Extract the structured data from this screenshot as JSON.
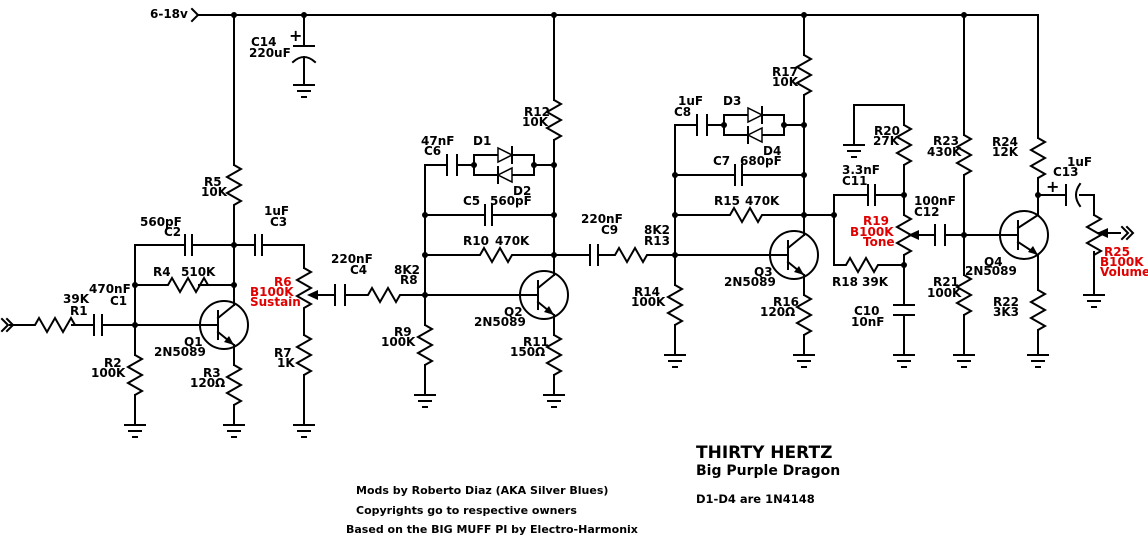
{
  "supply": {
    "label": "6-18v"
  },
  "input_icon": "input-jack-icon",
  "output_icon": "output-jack-icon",
  "components": {
    "R1": {
      "ref": "R1",
      "value": "39K"
    },
    "C1": {
      "ref": "C1",
      "value": "470nF"
    },
    "R2": {
      "ref": "R2",
      "value": "100K"
    },
    "C2": {
      "ref": "C2",
      "value": "560pF"
    },
    "R4": {
      "ref": "R4",
      "value": "510K"
    },
    "R5": {
      "ref": "R5",
      "value": "10K"
    },
    "C3": {
      "ref": "C3",
      "value": "1uF"
    },
    "Q1": {
      "ref": "Q1",
      "value": "2N5089"
    },
    "R3": {
      "ref": "R3",
      "value": "120Ω"
    },
    "R6": {
      "ref": "R6",
      "value": "B100K",
      "name": "Sustain"
    },
    "R7": {
      "ref": "R7",
      "value": "1K"
    },
    "C14": {
      "ref": "C14",
      "value": "220uF"
    },
    "C4": {
      "ref": "C4",
      "value": "220nF"
    },
    "R8": {
      "ref": "R8",
      "value": "8K2"
    },
    "R9": {
      "ref": "R9",
      "value": "100K"
    },
    "C6": {
      "ref": "C6",
      "value": "47nF"
    },
    "D1": {
      "ref": "D1"
    },
    "D2": {
      "ref": "D2"
    },
    "C5": {
      "ref": "C5",
      "value": "560pF"
    },
    "R10": {
      "ref": "R10",
      "value": "470K"
    },
    "R12": {
      "ref": "R12",
      "value": "10K"
    },
    "Q2": {
      "ref": "Q2",
      "value": "2N5089"
    },
    "R11": {
      "ref": "R11",
      "value": "150Ω"
    },
    "C9": {
      "ref": "C9",
      "value": "220nF"
    },
    "R13": {
      "ref": "R13",
      "value": "8K2"
    },
    "R14": {
      "ref": "R14",
      "value": "100K"
    },
    "C8": {
      "ref": "C8",
      "value": "1uF"
    },
    "D3": {
      "ref": "D3"
    },
    "D4": {
      "ref": "D4"
    },
    "C7": {
      "ref": "C7",
      "value": "680pF"
    },
    "R15": {
      "ref": "R15",
      "value": "470K"
    },
    "R17": {
      "ref": "R17",
      "value": "10K"
    },
    "Q3": {
      "ref": "Q3",
      "value": "2N5089"
    },
    "R16": {
      "ref": "R16",
      "value": "120Ω"
    },
    "R20": {
      "ref": "R20",
      "value": "27K"
    },
    "C11": {
      "ref": "C11",
      "value": "3.3nF"
    },
    "R19": {
      "ref": "R19",
      "value": "B100K",
      "name": "Tone"
    },
    "R18": {
      "ref": "R18",
      "value": "39K"
    },
    "C10": {
      "ref": "C10",
      "value": "10nF"
    },
    "C12": {
      "ref": "C12",
      "value": "100nF"
    },
    "R23": {
      "ref": "R23",
      "value": "430K"
    },
    "R21": {
      "ref": "R21",
      "value": "100K"
    },
    "Q4": {
      "ref": "Q4",
      "value": "2N5089"
    },
    "R24": {
      "ref": "R24",
      "value": "12K"
    },
    "R22": {
      "ref": "R22",
      "value": "3K3"
    },
    "C13": {
      "ref": "C13",
      "value": "1uF"
    },
    "R25": {
      "ref": "R25",
      "value": "B100K",
      "name": "Volume"
    }
  },
  "polarity_mark": "+",
  "title": {
    "main": "THIRTY HERTZ",
    "sub": "Big Purple Dragon",
    "diodes_note": "D1-D4 are 1N4148"
  },
  "credits": {
    "line1": "Mods by Roberto Diaz  (AKA Silver Blues)",
    "line2": "Copyrights go to respective owners",
    "line3": "Based on the BIG MUFF PI by Electro-Harmonix"
  },
  "colors": {
    "pot_labels": "#e00000",
    "wires": "#000000"
  }
}
